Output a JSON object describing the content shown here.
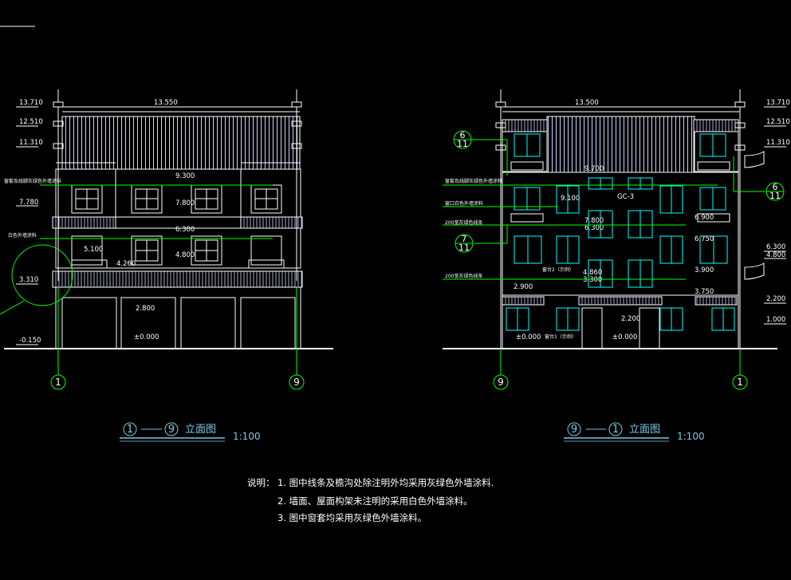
{
  "left": {
    "title_start": "1",
    "title_end": "9",
    "title_text": "立面图",
    "scale": "1:100",
    "axis_left": "1",
    "axis_right": "9",
    "width_dim": "13.550",
    "levels_left": [
      "13.710",
      "12.510",
      "11.310",
      "7.780",
      "3.310",
      "-0.150"
    ],
    "inner_levels": [
      "9.300",
      "7.800",
      "6.300",
      "4.800",
      "5.100",
      "4.260",
      "2.800",
      "±0.000"
    ],
    "notes": [
      "窗套及线脚灰绿色外墙涂料",
      "白色外墙涂料"
    ]
  },
  "right": {
    "title_start": "9",
    "title_end": "1",
    "title_text": "立面图",
    "scale": "1:100",
    "axis_left": "9",
    "axis_right": "1",
    "width_dim": "13.500",
    "levels_right": [
      "13.710",
      "12.510",
      "11.310",
      "6.300",
      "4.800",
      "2.200",
      "1.000"
    ],
    "inner_levels": [
      "9.700",
      "9.100",
      "7.800",
      "6.300",
      "6.900",
      "6.750",
      "4.860",
      "3.300",
      "3.900",
      "2.900",
      "3.750",
      "2.200",
      "±0.000",
      "±0.000"
    ],
    "window_tag": "GC-3",
    "notes": [
      "窗套及线脚灰绿色外墙涂料",
      "窗口白色外墙涂料",
      "200宽灰绿色线条",
      "200宽灰绿色线条",
      "窗台2（示例）",
      "窗台1（示例）"
    ],
    "detail_tags": [
      {
        "num": "6",
        "den": "11"
      },
      {
        "num": "6",
        "den": "11"
      },
      {
        "num": "7",
        "den": "11"
      }
    ]
  },
  "notes": {
    "label": "说明：",
    "items": [
      "1. 图中线条及檐沟处除注明外均采用灰绿色外墙涂料.",
      "2. 墙面、屋面构架未注明的采用白色外墙涂料。",
      "3. 图中窗套均采用灰绿色外墙涂料。"
    ]
  },
  "colors": {
    "line": "#ffffff",
    "green": "#00ff00",
    "cyan": "#00ffff",
    "title": "#7ec8e3"
  }
}
